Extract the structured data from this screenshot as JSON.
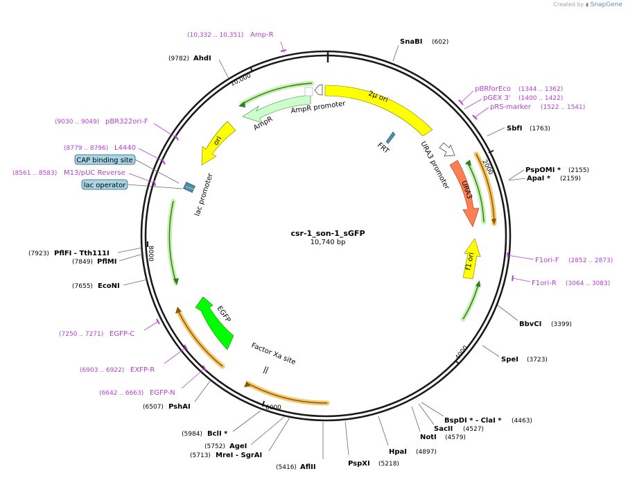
{
  "watermark": {
    "prefix": "Created by",
    "brand": "SnapGene"
  },
  "plasmid": {
    "name": "csr-1_son-1_sGFP",
    "length_label": "10,740 bp"
  },
  "ticks": [
    "2000",
    "4000",
    "6000",
    "8000",
    "10,000"
  ],
  "sites": [
    {
      "name": "SnaBI",
      "pos": "(602)"
    },
    {
      "name": "SbfI",
      "pos": "(1763)"
    },
    {
      "name": "PspOMI *",
      "pos": "(2155)"
    },
    {
      "name": "ApaI *",
      "pos": "(2159)"
    },
    {
      "name": "BbvCI",
      "pos": "(3399)"
    },
    {
      "name": "SpeI",
      "pos": "(3723)"
    },
    {
      "name": "BspDI * - ClaI *",
      "pos": "(4463)"
    },
    {
      "name": "SacII",
      "pos": "(4527)"
    },
    {
      "name": "NotI",
      "pos": "(4579)"
    },
    {
      "name": "HpaI",
      "pos": "(4897)"
    },
    {
      "name": "PspXI",
      "pos": "(5218)"
    },
    {
      "name": "AflII",
      "pos": "(5416)"
    },
    {
      "name": "MreI  - SgrAI",
      "pos": "(5713)"
    },
    {
      "name": "AgeI",
      "pos": "(5752)"
    },
    {
      "name": "BclI *",
      "pos": "(5984)"
    },
    {
      "name": "PshAI",
      "pos": "(6507)"
    },
    {
      "name": "EcoNI",
      "pos": "(7655)"
    },
    {
      "name": "PflMI",
      "pos": "(7849)"
    },
    {
      "name": "PflFI  - Tth111I",
      "pos": "(7923)"
    },
    {
      "name": "AhdI",
      "pos": "(9782)"
    }
  ],
  "primers": [
    {
      "name": "Amp-R",
      "pos": "(10,332 .. 10,351)"
    },
    {
      "name": "pBRforEco",
      "pos": "(1344 .. 1362)"
    },
    {
      "name": "pGEX 3'",
      "pos": "(1400 .. 1422)"
    },
    {
      "name": "pRS-marker",
      "pos": "(1522 .. 1541)"
    },
    {
      "name": "F1ori-F",
      "pos": "(2852 .. 2873)"
    },
    {
      "name": "F1ori-R",
      "pos": "(3064 .. 3083)"
    },
    {
      "name": "EGFP-C",
      "pos": "(7250 .. 7271)"
    },
    {
      "name": "EXFP-R",
      "pos": "(6903 .. 6922)"
    },
    {
      "name": "EGFP-N",
      "pos": "(6642 .. 6663)"
    },
    {
      "name": "pBR322ori-F",
      "pos": "(9030 .. 9049)"
    },
    {
      "name": "L4440",
      "pos": "(8779 .. 8796)"
    },
    {
      "name": "M13/pUC Reverse",
      "pos": "(8561 .. 8583)"
    }
  ],
  "boxed_features": [
    "CAP binding site",
    "lac operator"
  ],
  "features": {
    "two_micron_ori": "2μ ori",
    "frt": "FRT",
    "ura3_promoter": "URA3 promoter",
    "ura3": "URA3",
    "f1_ori": "f1 ori",
    "factor_xa": "Factor Xa site",
    "egfp": "EGFP",
    "lac_promoter": "lac promoter",
    "ori": "ori",
    "ampr": "AmpR",
    "ampr_promoter": "AmpR promoter"
  },
  "colors": {
    "backbone": "#1a1a1a",
    "primer": "#b23fd0",
    "two_micron_ori": "#ffff00",
    "ura3": "#ff7f50",
    "egfp": "#00ff00",
    "ampr": "#ccffcc",
    "orf_dark": "#2e7d1e",
    "halo_green": "#c8f0b0",
    "halo_orange": "#f5c66e",
    "orf_brown": "#8b5a00",
    "frt": "#4a90a8",
    "box_fill": "#a8d4e6"
  }
}
